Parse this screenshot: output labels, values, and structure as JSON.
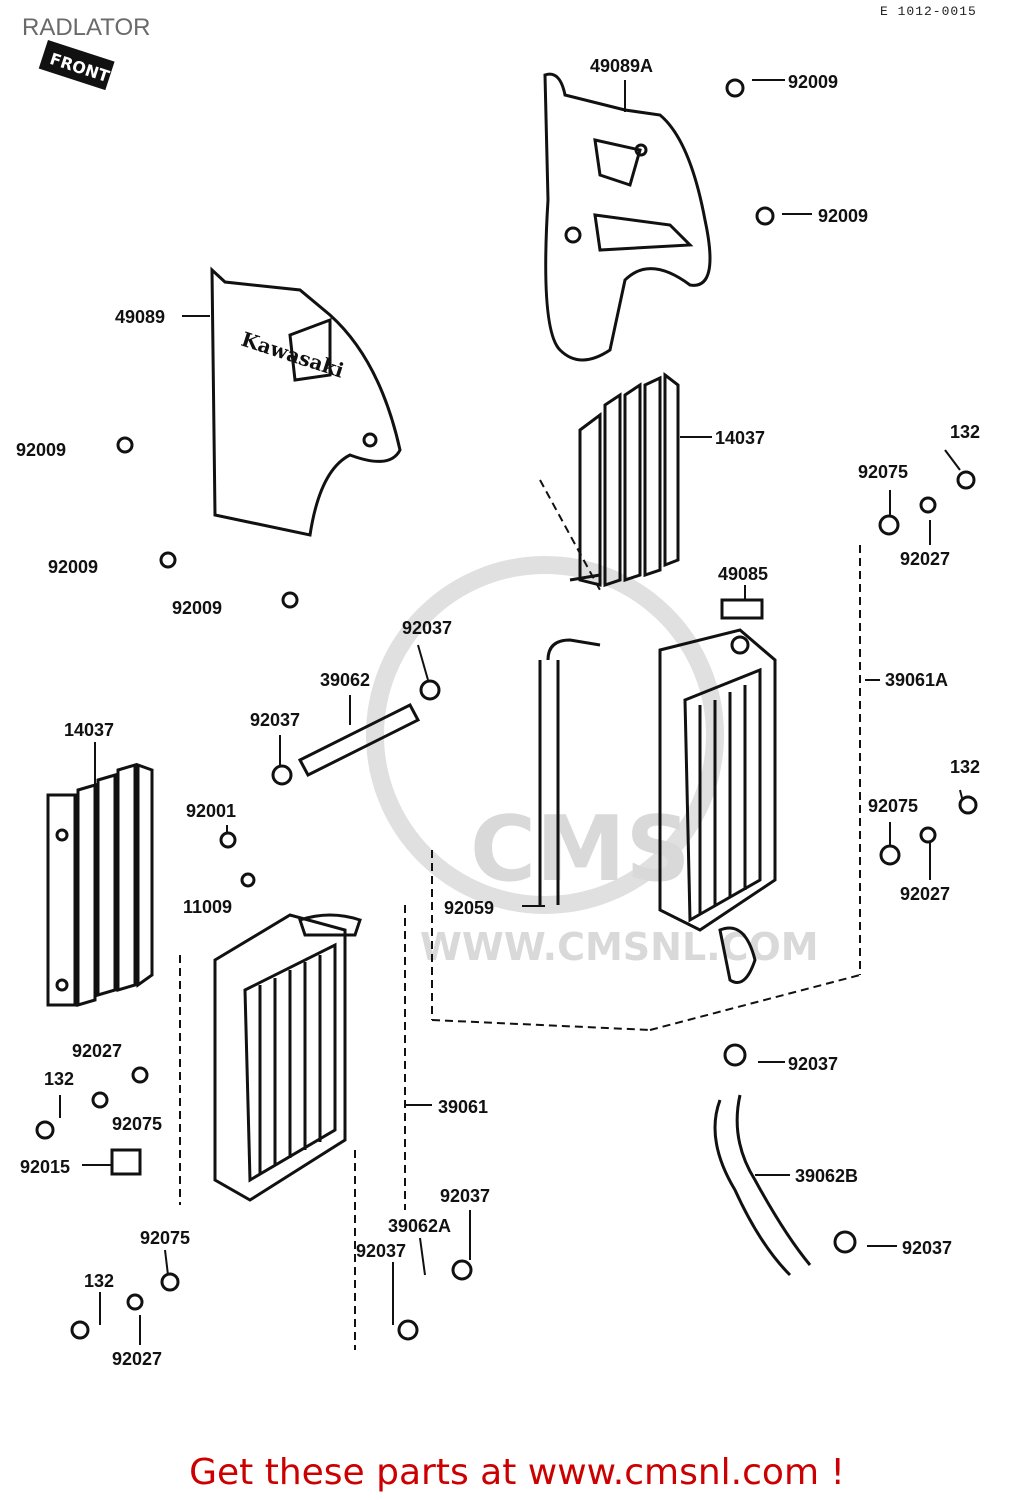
{
  "title": "RADLATOR",
  "reference_code": "E 1012-0015",
  "front_tag": "FRONT",
  "shroud_brand": "Kawasaki",
  "watermark": {
    "logo": "CMS",
    "url": "WWW.CMSNL.COM"
  },
  "part_labels": {
    "p49089A": "49089A",
    "p92009_a": "92009",
    "p92009_b": "92009",
    "p49089": "49089",
    "p92009_c": "92009",
    "p92009_d": "92009",
    "p92009_e": "92009",
    "p14037_a": "14037",
    "p132_a": "132",
    "p92075_a": "92075",
    "p92027_a": "92027",
    "p49085": "49085",
    "p92037_a": "92037",
    "p39062": "39062",
    "p39061A": "39061A",
    "p92037_b": "92037",
    "p14037_b": "14037",
    "p132_b": "132",
    "p92001": "92001",
    "p92075_b": "92075",
    "p92027_b": "92027",
    "p11009": "11009",
    "p92059": "92059",
    "p92027_c": "92027",
    "p92037_c": "92037",
    "p132_c": "132",
    "p39061": "39061",
    "p92075_c": "92075",
    "p92015": "92015",
    "p39062B": "39062B",
    "p92037_d": "92037",
    "p39062A": "39062A",
    "p92037_e": "92037",
    "p92037_f": "92037",
    "p92075_d": "92075",
    "p132_d": "132",
    "p92027_d": "92027"
  },
  "footer": "Get these parts at www.cmsnl.com !"
}
